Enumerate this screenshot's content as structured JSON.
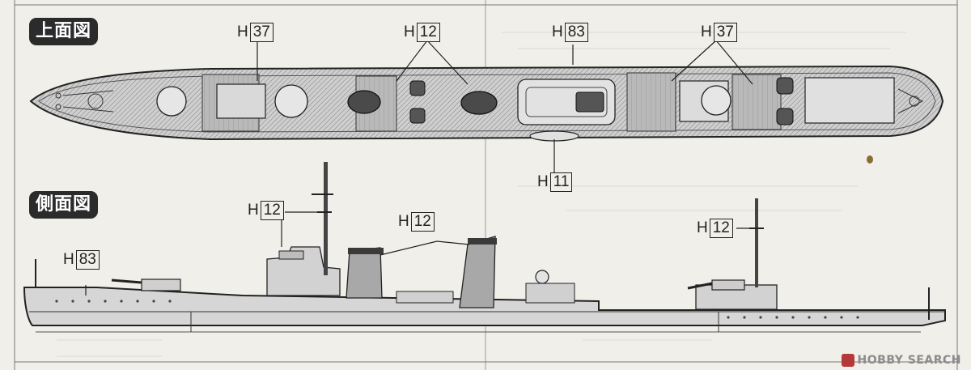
{
  "views": {
    "top": {
      "title": "上面図"
    },
    "side": {
      "title": "側面図"
    }
  },
  "callouts": {
    "top": [
      {
        "prefix": "H",
        "part": "37"
      },
      {
        "prefix": "H",
        "part": "12"
      },
      {
        "prefix": "H",
        "part": "83"
      },
      {
        "prefix": "H",
        "part": "37"
      },
      {
        "prefix": "H",
        "part": "11"
      }
    ],
    "side": [
      {
        "prefix": "H",
        "part": "12"
      },
      {
        "prefix": "H",
        "part": "12"
      },
      {
        "prefix": "H",
        "part": "83"
      },
      {
        "prefix": "H",
        "part": "12"
      }
    ]
  },
  "watermark": {
    "text": "HOBBY SEARCH"
  },
  "colors": {
    "paper": "#f1efe9",
    "line": "#222222",
    "hull": "#cfcfcf",
    "deck_dark": "#8a8a8a",
    "badge": "#2b2b2b"
  }
}
